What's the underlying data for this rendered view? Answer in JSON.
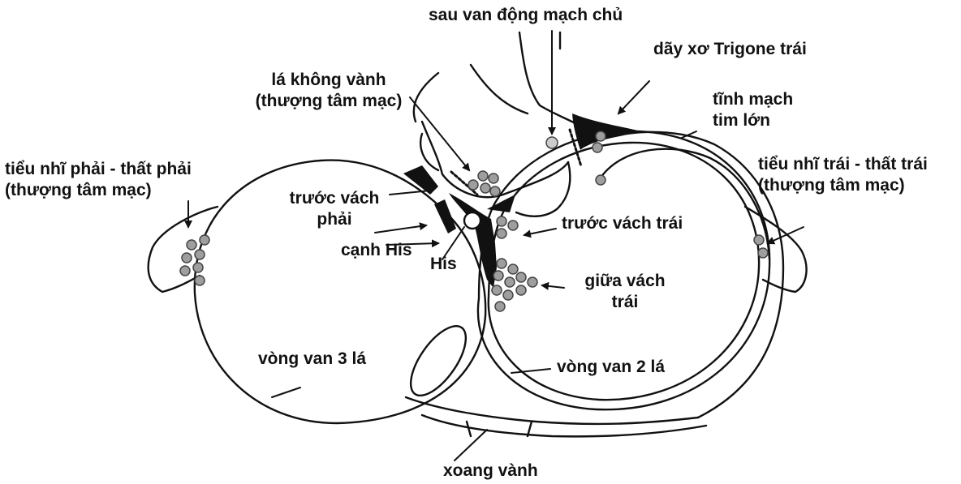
{
  "labels": {
    "sau_van_dong_mach_chu": "sau van động mạch chủ",
    "day_xo_trigone_trai": "dãy xơ Trigone trái",
    "la_khong_vanh_1": "lá không vành",
    "la_khong_vanh_2": "(thượng tâm mạc)",
    "tinh_mach_tim_lon_1": "tĩnh mạch",
    "tinh_mach_tim_lon_2": "tim lớn",
    "tieu_nhi_phai_1": "tiểu nhĩ phải - thất phải",
    "tieu_nhi_phai_2": "(thượng tâm mạc)",
    "tieu_nhi_trai_1": "tiểu nhĩ trái - thất trái",
    "tieu_nhi_trai_2": "(thượng tâm mạc)",
    "truoc_vach_phai_1": "trước vách",
    "truoc_vach_phai_2": "phải",
    "truoc_vach_trai": "trước vách trái",
    "canh_his": "cạnh His",
    "his": "His",
    "giua_vach_trai_1": "giữa vách",
    "giua_vach_trai_2": "trái",
    "vong_van_3_la": "vòng van 3 lá",
    "vong_van_2_la": "vòng van 2 lá",
    "xoang_vanh": "xoang vành"
  },
  "colors": {
    "ink": "#111111",
    "dot_fill": "#9e9e9e",
    "dot_stroke": "#444444"
  }
}
